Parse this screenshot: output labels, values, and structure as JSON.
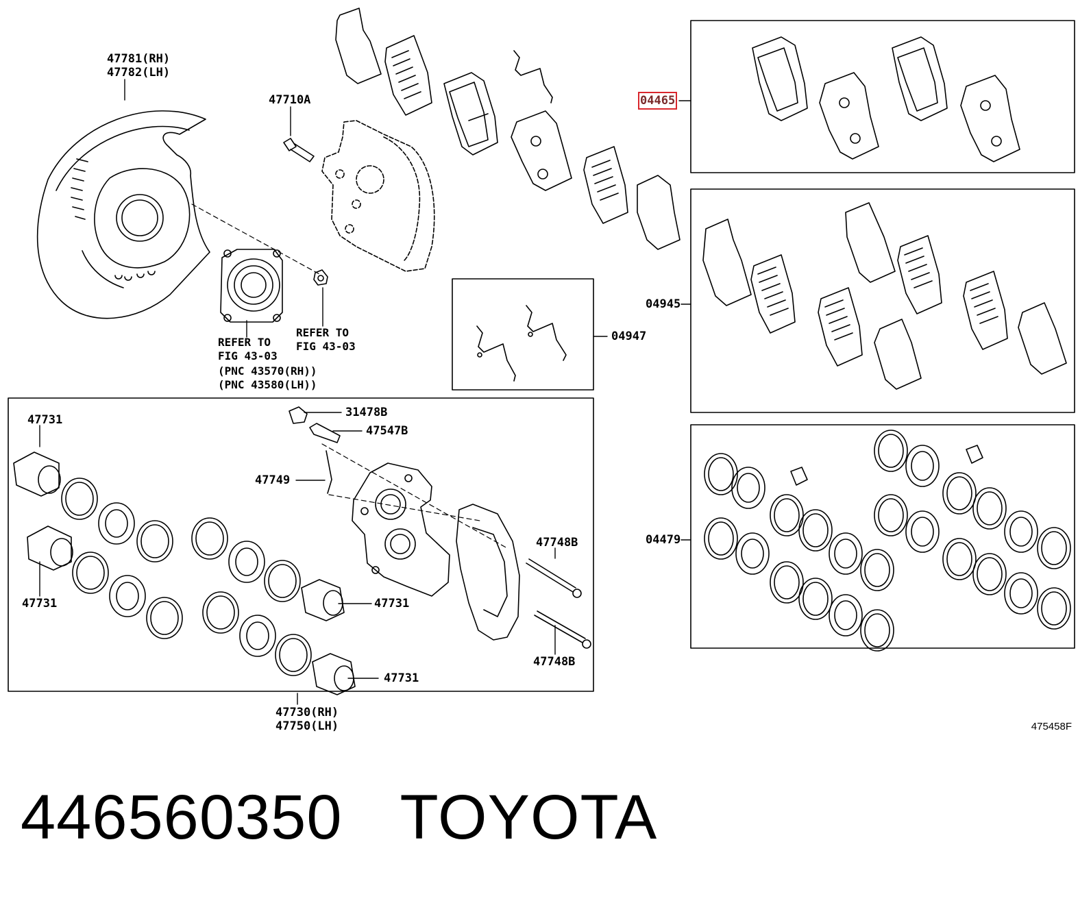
{
  "labels": {
    "shield": [
      "47781(RH)",
      "47782(LH)"
    ],
    "bolt": "47710A",
    "refer_left": [
      "REFER TO",
      "FIG 43-03",
      "(PNC 43570(RH))",
      "(PNC 43580(LH))"
    ],
    "refer_right": [
      "REFER TO",
      "FIG 43-03"
    ],
    "kit_pads": "04465",
    "kit_shims": "04945",
    "kit_clips": "04947",
    "kit_seals": "04479",
    "piston_top": "47731",
    "piston_left_bottom": "47731",
    "piston_mid": "47731",
    "piston_low": "47731",
    "bleeder_cap": "31478B",
    "bleeder": "47547B",
    "spring": "47749",
    "pin_top": "47748B",
    "pin_bottom": "47748B",
    "caliper_assy": [
      "47730(RH)",
      "47750(LH)"
    ]
  },
  "figure_code": "475458F",
  "caption": {
    "part_number": "446560350",
    "brand": "TOYOTA"
  },
  "colors": {
    "highlight": "#d9262c",
    "line": "#000000",
    "background": "#ffffff"
  }
}
